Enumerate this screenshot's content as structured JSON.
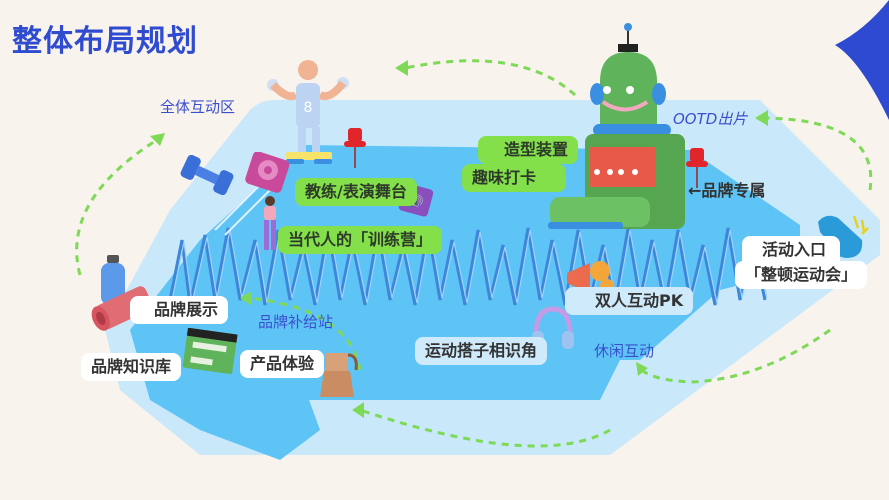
{
  "header": {
    "title": "整体布局规划"
  },
  "zones": {
    "all_interaction": "全体互动区",
    "ootd": "OOTD出片",
    "brand_supply": "品牌补给站",
    "leisure": "休闲互动"
  },
  "tags": {
    "coach_stage": "教练/表演舞台",
    "training_camp": "当代人的「训练营」",
    "styling_device": "造型装置",
    "checkin": "趣味打卡",
    "brand_exclusive": "←品牌专属",
    "activity_entry_line1": "活动入口",
    "activity_entry_line2": "「整顿运动会」",
    "duo_pk": "双人互动PK",
    "sports_buddy": "运动搭子相识角",
    "brand_display": "品牌展示",
    "brand_knowledge": "品牌知识库",
    "product_experience": "产品体验"
  },
  "figures": {
    "athlete_jersey_number": "8"
  },
  "colors": {
    "background": "#f8f3ec",
    "title_blue": "#2f4bd0",
    "zone_label_blue": "#3a4fcf",
    "platform_outer": "#c9e9fb",
    "platform_inner": "#5ec4f5",
    "zigzag": "#3e86d9",
    "tag_green": "#84e04a",
    "arrow_green": "#7ed957",
    "robot_green": "#5fb35a",
    "pin_red": "#e0262b",
    "corner_star": "#2e4ad0"
  }
}
